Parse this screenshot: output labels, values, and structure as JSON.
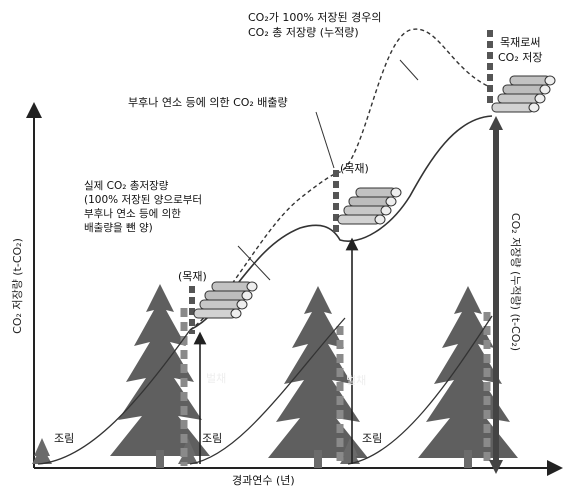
{
  "labels": {
    "full_storage_l1": "CO₂가 100% 저장된 경우의",
    "full_storage_l2": "CO₂ 총 저장량 (누적량)",
    "wood_storage_l1": "목재로써",
    "wood_storage_l2": "CO₂ 저장",
    "decay_emission": "부후나 연소 등에 의한 CO₂ 배출량",
    "actual_l1": "실제 CO₂ 총저장량",
    "actual_l2": "(100% 저장된 양으로부터",
    "actual_l3": "부후나 연소 등에 의한",
    "actual_l4": "배출량을 뺀 양)",
    "timber_1": "(목재)",
    "timber_2": "(목재)",
    "harvest_1": "벌채",
    "harvest_2": "벌채",
    "afforest_1": "조림",
    "afforest_2": "조림",
    "afforest_3": "조림",
    "y_axis": "CO₂ 저장량 (t-CO₂)",
    "x_axis": "경과연수 (년)",
    "right_axis": "CO₂ 저장량 (누적량) (t-CO₂)"
  },
  "colors": {
    "tree_fill": "#5f5f5f",
    "trunk_fill": "#6b6b6b",
    "bar_fill": "#555555",
    "dash_fill": "#7a7a7a",
    "log_fill": "#c8c8c8",
    "line_stroke": "#333333"
  }
}
